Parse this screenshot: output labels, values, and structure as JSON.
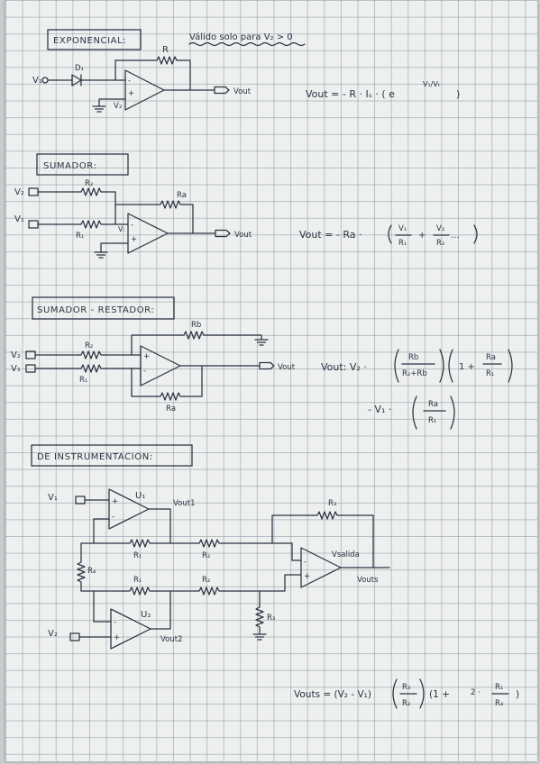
{
  "sections": {
    "exponencial": {
      "title": "EXPONENCIAL:",
      "note": "Válido solo para V₂ > 0",
      "labels": {
        "r": "R",
        "d": "D₁",
        "v1": "V₁",
        "v2": "V₂",
        "vout": "Vout",
        "plus": "+",
        "minus": "-"
      },
      "formula": {
        "lhs": "Vout = - R · Iₛ · ( e",
        "exp": "V₁/Vₜ",
        "close": ")"
      }
    },
    "sumador": {
      "title": "SUMADOR:",
      "labels": {
        "v2": "V₂",
        "v1": "V₁",
        "r2": "R₂",
        "r1": "R₁",
        "ra": "Ra",
        "vi": "Vᵢ",
        "vout": "Vout",
        "plus": "+",
        "minus": "-"
      },
      "formula": {
        "lhs": "Vout = - Ra ·",
        "n1": "V₁",
        "d1": "R₁",
        "plus": "+",
        "n2": "V₂",
        "d2": "R₂",
        "tail": "..."
      }
    },
    "sumador_restador": {
      "title": "SUMADOR - RESTADOR:",
      "labels": {
        "v2": "V₂",
        "v1": "V₁",
        "r2": "R₂",
        "r1": "R₁",
        "rb": "Rb",
        "ra": "Ra",
        "vout": "Vout",
        "plus": "+",
        "minus": "-"
      },
      "formula": {
        "lhs": "Vout: V₂ ·",
        "n1": "Rb",
        "d1": "R₂+Rb",
        "one": "1 +",
        "n2": "Ra",
        "d2": "R₁",
        "line2": "- V₁ ·",
        "n3": "Ra",
        "d3": "R₁"
      }
    },
    "instrumentacion": {
      "title": "DE INSTRUMENTACION:",
      "labels": {
        "v1": "V₁",
        "v2": "V₂",
        "u1": "U₁",
        "u2": "U₂",
        "vout1": "Vout1",
        "vout2": "Vout2",
        "r1a": "R₁",
        "r1b": "R₁",
        "r2a": "R₂",
        "r2b": "R₂",
        "r3a": "R₃",
        "r3b": "R₃",
        "r4": "R₄",
        "vsalida": "Vsalida",
        "vouts": "Vouts",
        "plus": "+",
        "minus": "-"
      },
      "formula": {
        "lhs": "Vouts = (V₂ - V₁)",
        "n1": "R₃",
        "d1": "R₂",
        "mid": "(1 +",
        "two": "2 ·",
        "n2": "R₁",
        "d2": "R₄",
        "close": ")"
      }
    }
  }
}
